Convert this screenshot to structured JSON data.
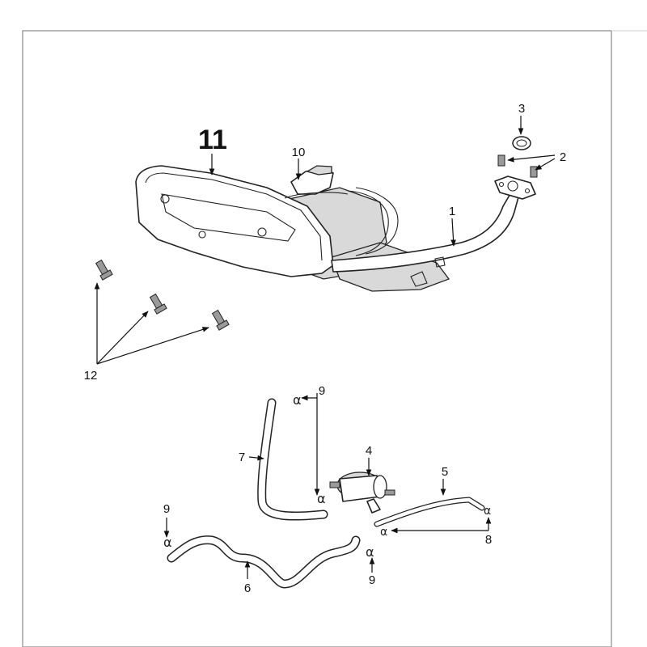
{
  "diagram": {
    "labels": {
      "p1": "1",
      "p2": "2",
      "p3": "3",
      "p4": "4",
      "p5": "5",
      "p6": "6",
      "p7": "7",
      "p8": "8",
      "p9a": "9",
      "p9b": "9",
      "p9c": "9",
      "p10": "10",
      "p11": "11",
      "p12": "12"
    }
  }
}
